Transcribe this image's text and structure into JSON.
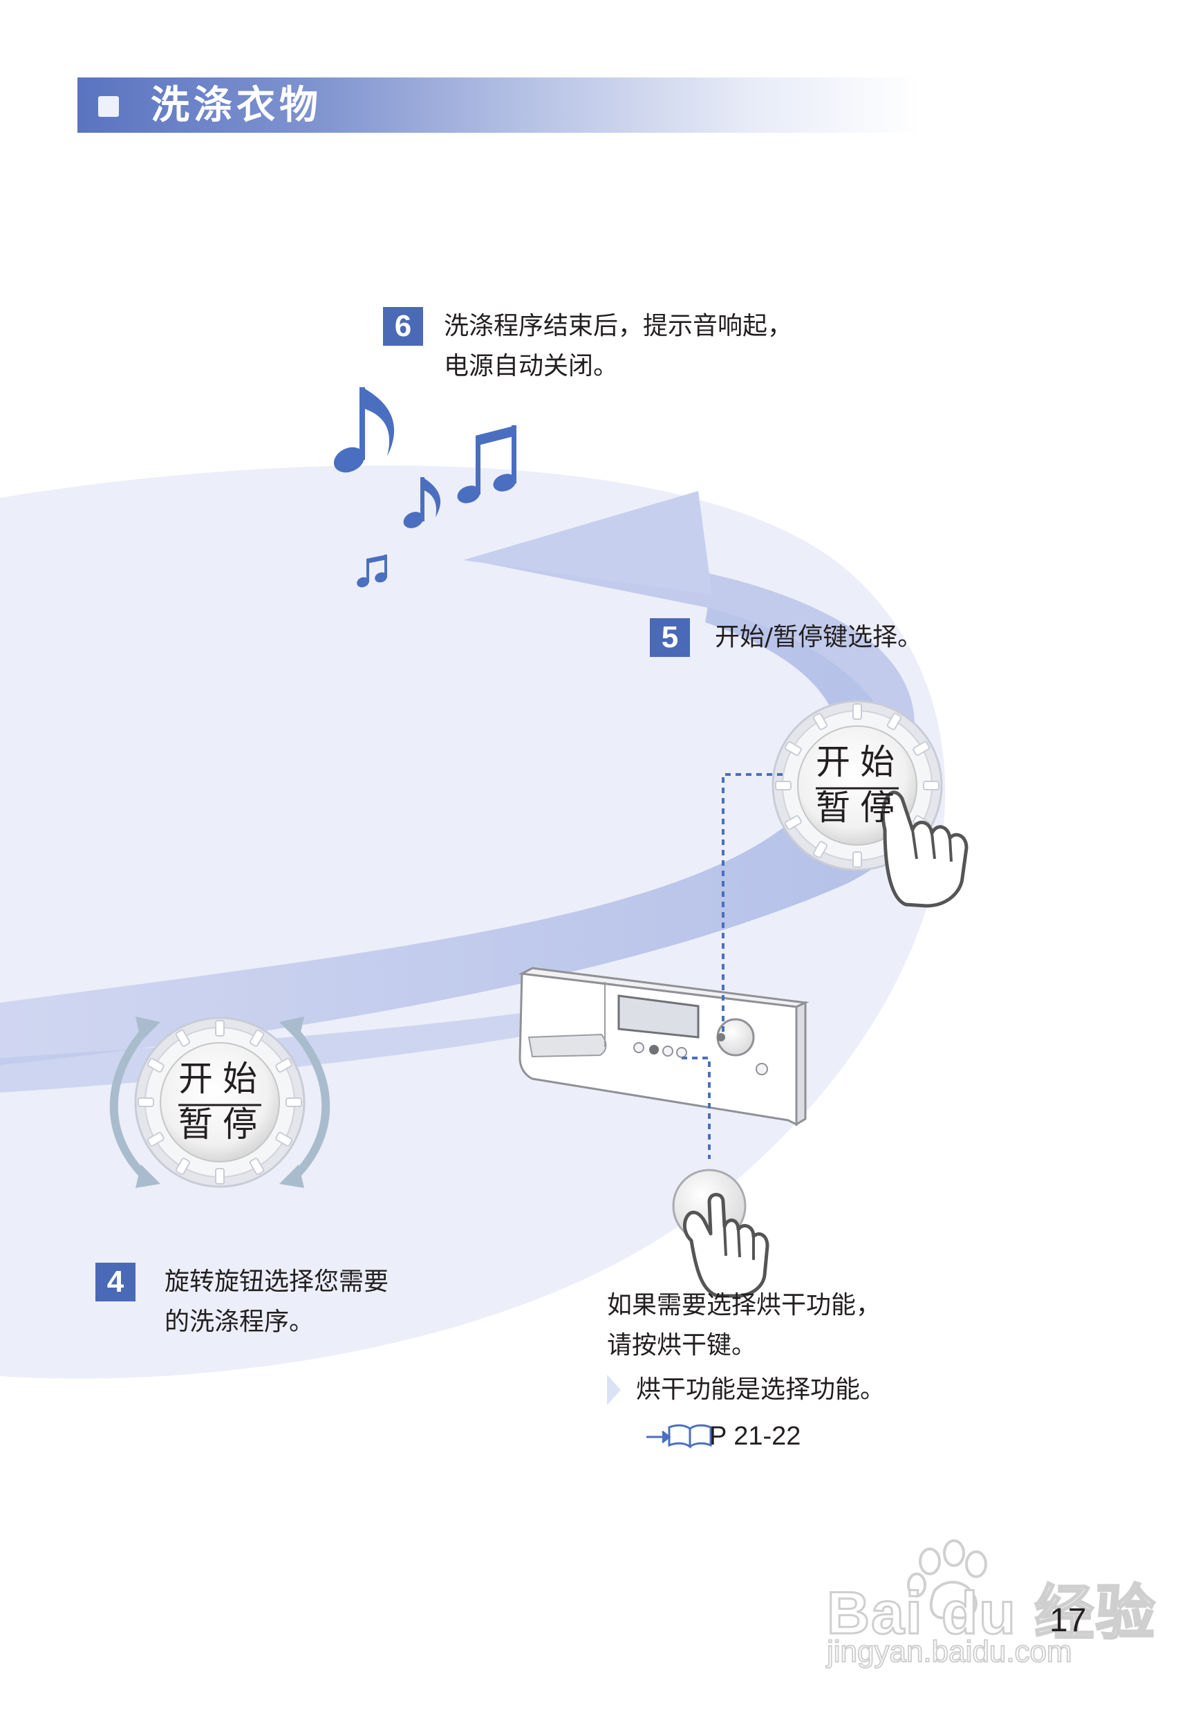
{
  "header": {
    "title": "洗涤衣物"
  },
  "steps": [
    {
      "number": "6",
      "lines": [
        "洗涤程序结束后，提示音响起，",
        "电源自动关闭。"
      ]
    },
    {
      "number": "5",
      "lines": [
        "开始/暂停键选择。"
      ]
    },
    {
      "number": "4",
      "lines": [
        "旋转旋钮选择您需要",
        "的洗涤程序。"
      ]
    }
  ],
  "dial": {
    "line1": [
      "开",
      "始"
    ],
    "line2": [
      "暂",
      "停"
    ]
  },
  "dryer_note": {
    "lines": [
      "如果需要选择烘干功能，",
      "请按烘干键。"
    ],
    "bullet": "烘干功能是选择功能。",
    "reference": "P 21-22"
  },
  "page_number": "17",
  "watermark": {
    "logo_text": "Bai du 经验",
    "url": "jingyan.baidu.com"
  },
  "colors": {
    "accent": "#4a69b6",
    "swirl": "#c8d0ee",
    "swirl_light": "#e8eaf6",
    "note_blue": "#4a6fc0"
  },
  "icons": [
    "music-note-icon",
    "finger-press-icon",
    "rotate-arrow-icon",
    "book-reference-icon",
    "bullet-triangle-icon"
  ]
}
